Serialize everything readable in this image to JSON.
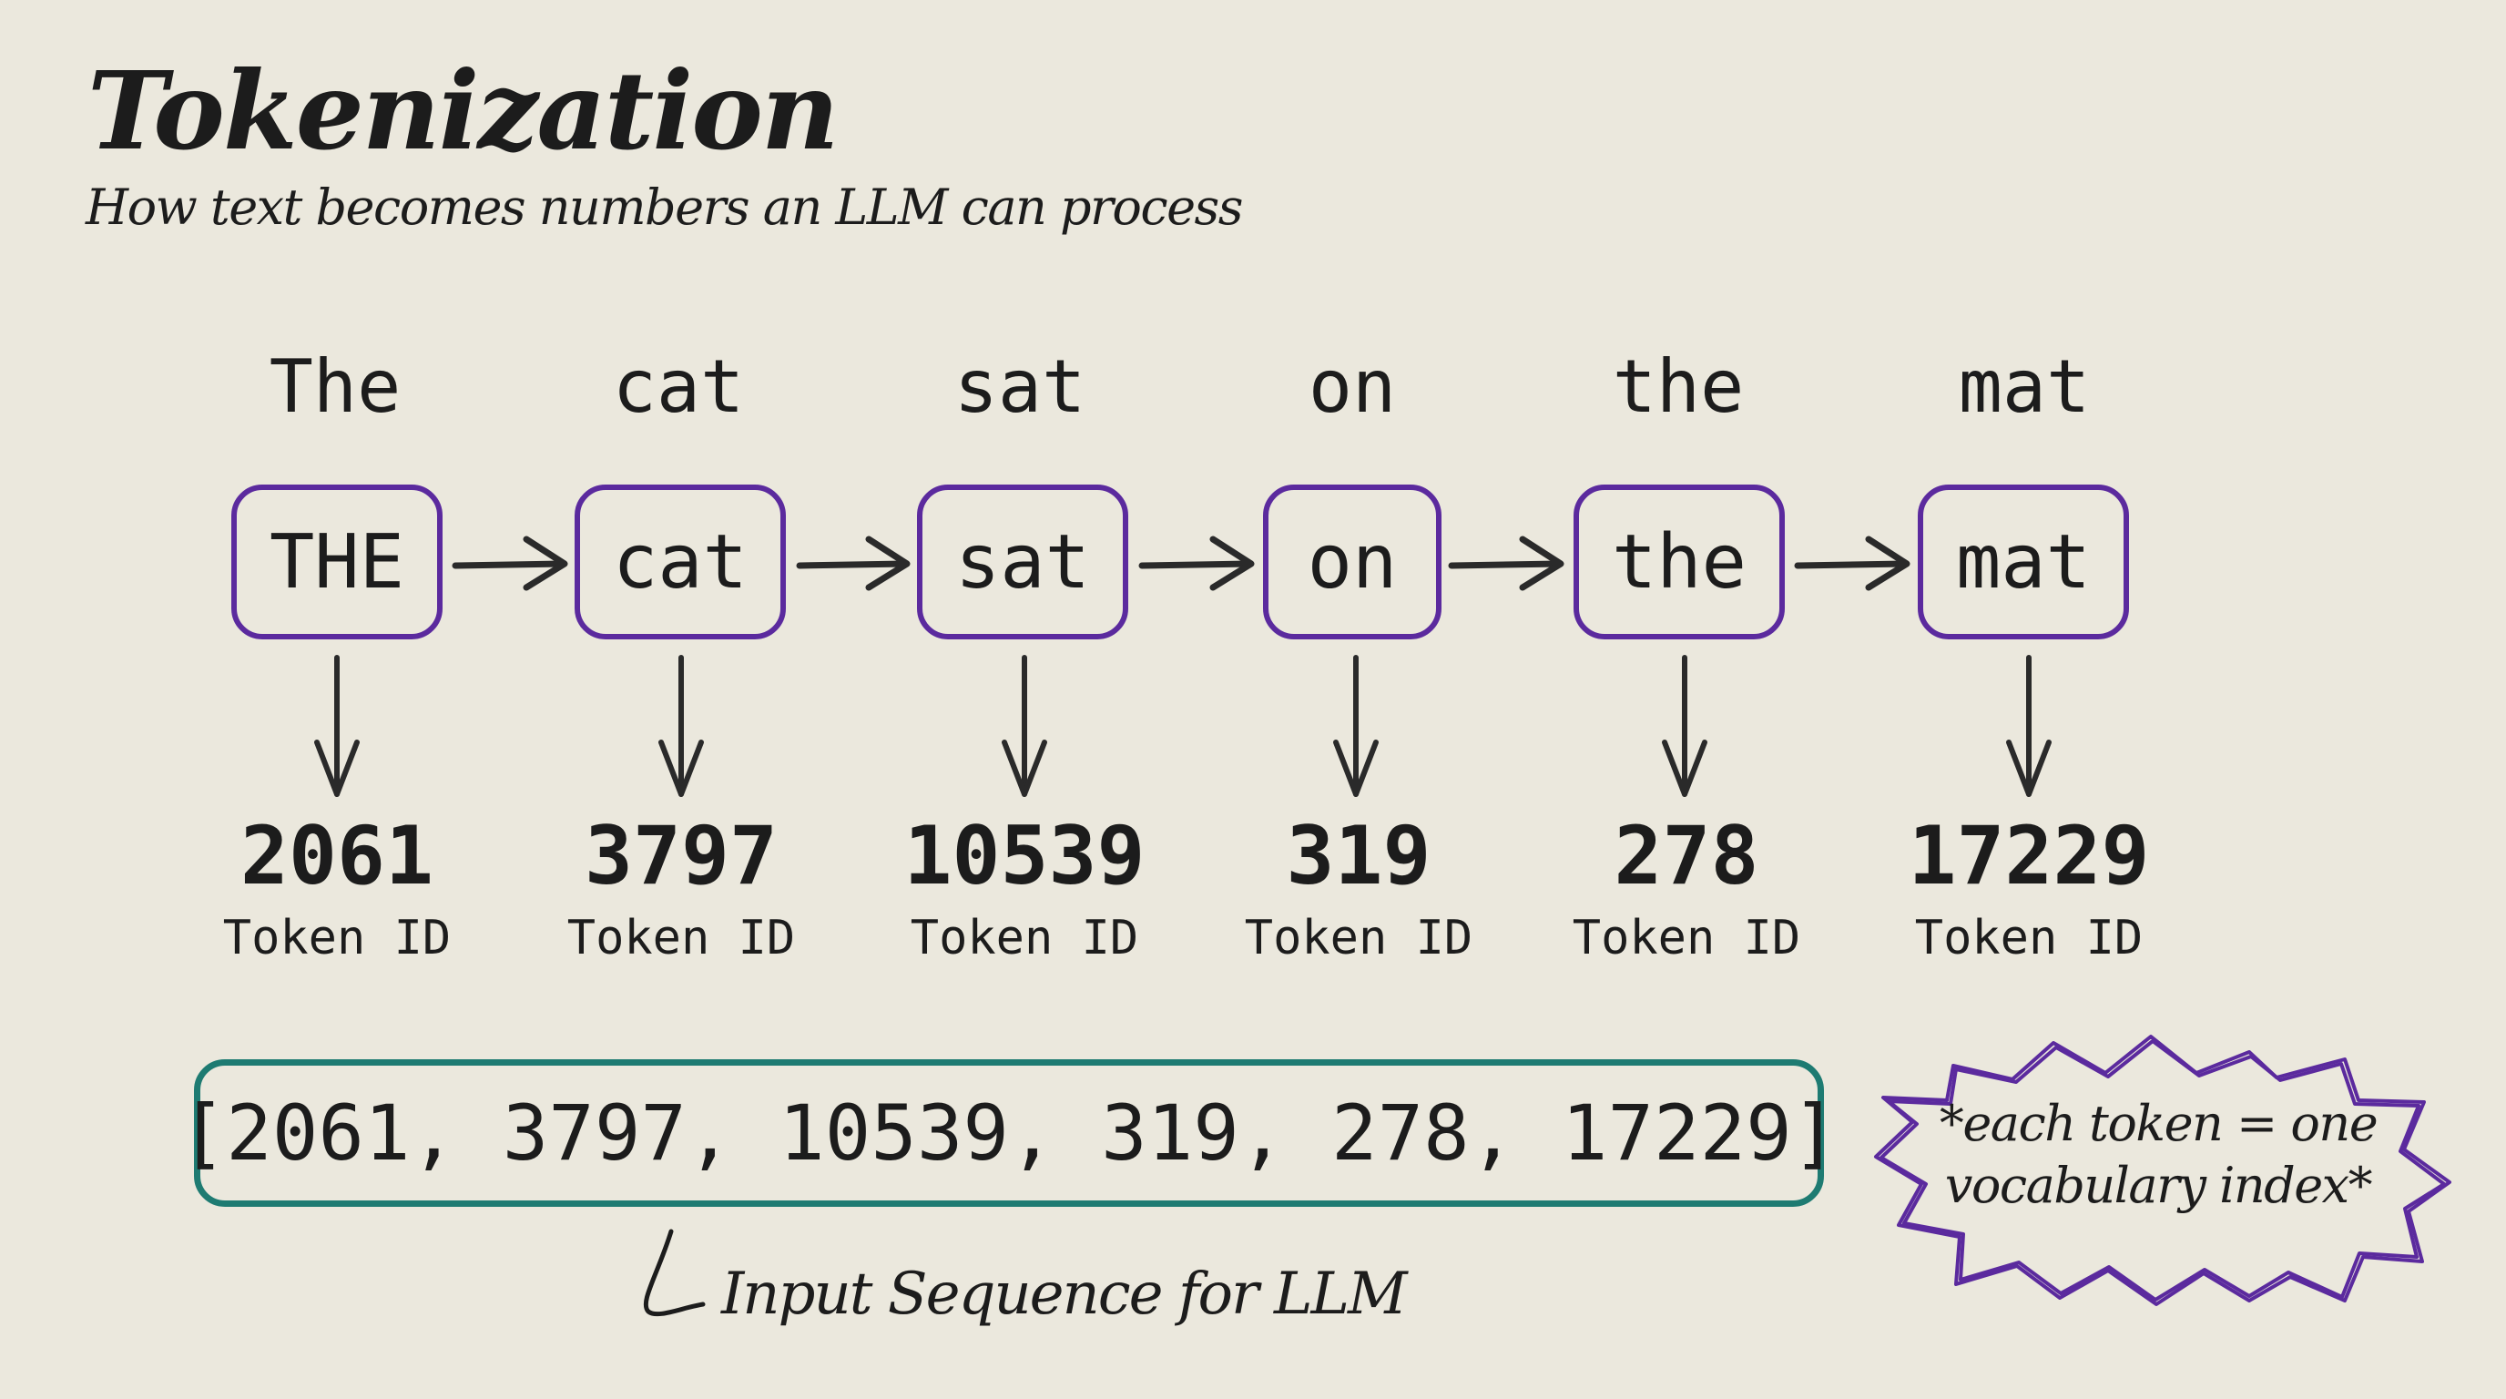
{
  "header": {
    "title": "Tokenization",
    "subtitle": "How text becomes numbers an LLM can process"
  },
  "tokens": [
    {
      "word": "The",
      "token": "THE",
      "id": "2061",
      "id_label": "Token ID"
    },
    {
      "word": "cat",
      "token": "cat",
      "id": "3797",
      "id_label": "Token ID"
    },
    {
      "word": "sat",
      "token": "sat",
      "id": "10539",
      "id_label": "Token ID"
    },
    {
      "word": "on",
      "token": "on",
      "id": "319",
      "id_label": "Token ID"
    },
    {
      "word": "the",
      "token": "the",
      "id": "278",
      "id_label": "Token ID"
    },
    {
      "word": "mat",
      "token": "mat",
      "id": "17229",
      "id_label": "Token ID"
    }
  ],
  "sequence": {
    "text": "[2061, 3797, 10539, 319, 278, 17229]",
    "label": "Input Sequence for LLM"
  },
  "note": {
    "line1": "*each token = one",
    "line2": "vocabulary index*"
  },
  "colors": {
    "background": "#ebe8dd",
    "token_box_border": "#5b2a9e",
    "sequence_box_border": "#1e7b72",
    "text": "#1c1c1c"
  }
}
